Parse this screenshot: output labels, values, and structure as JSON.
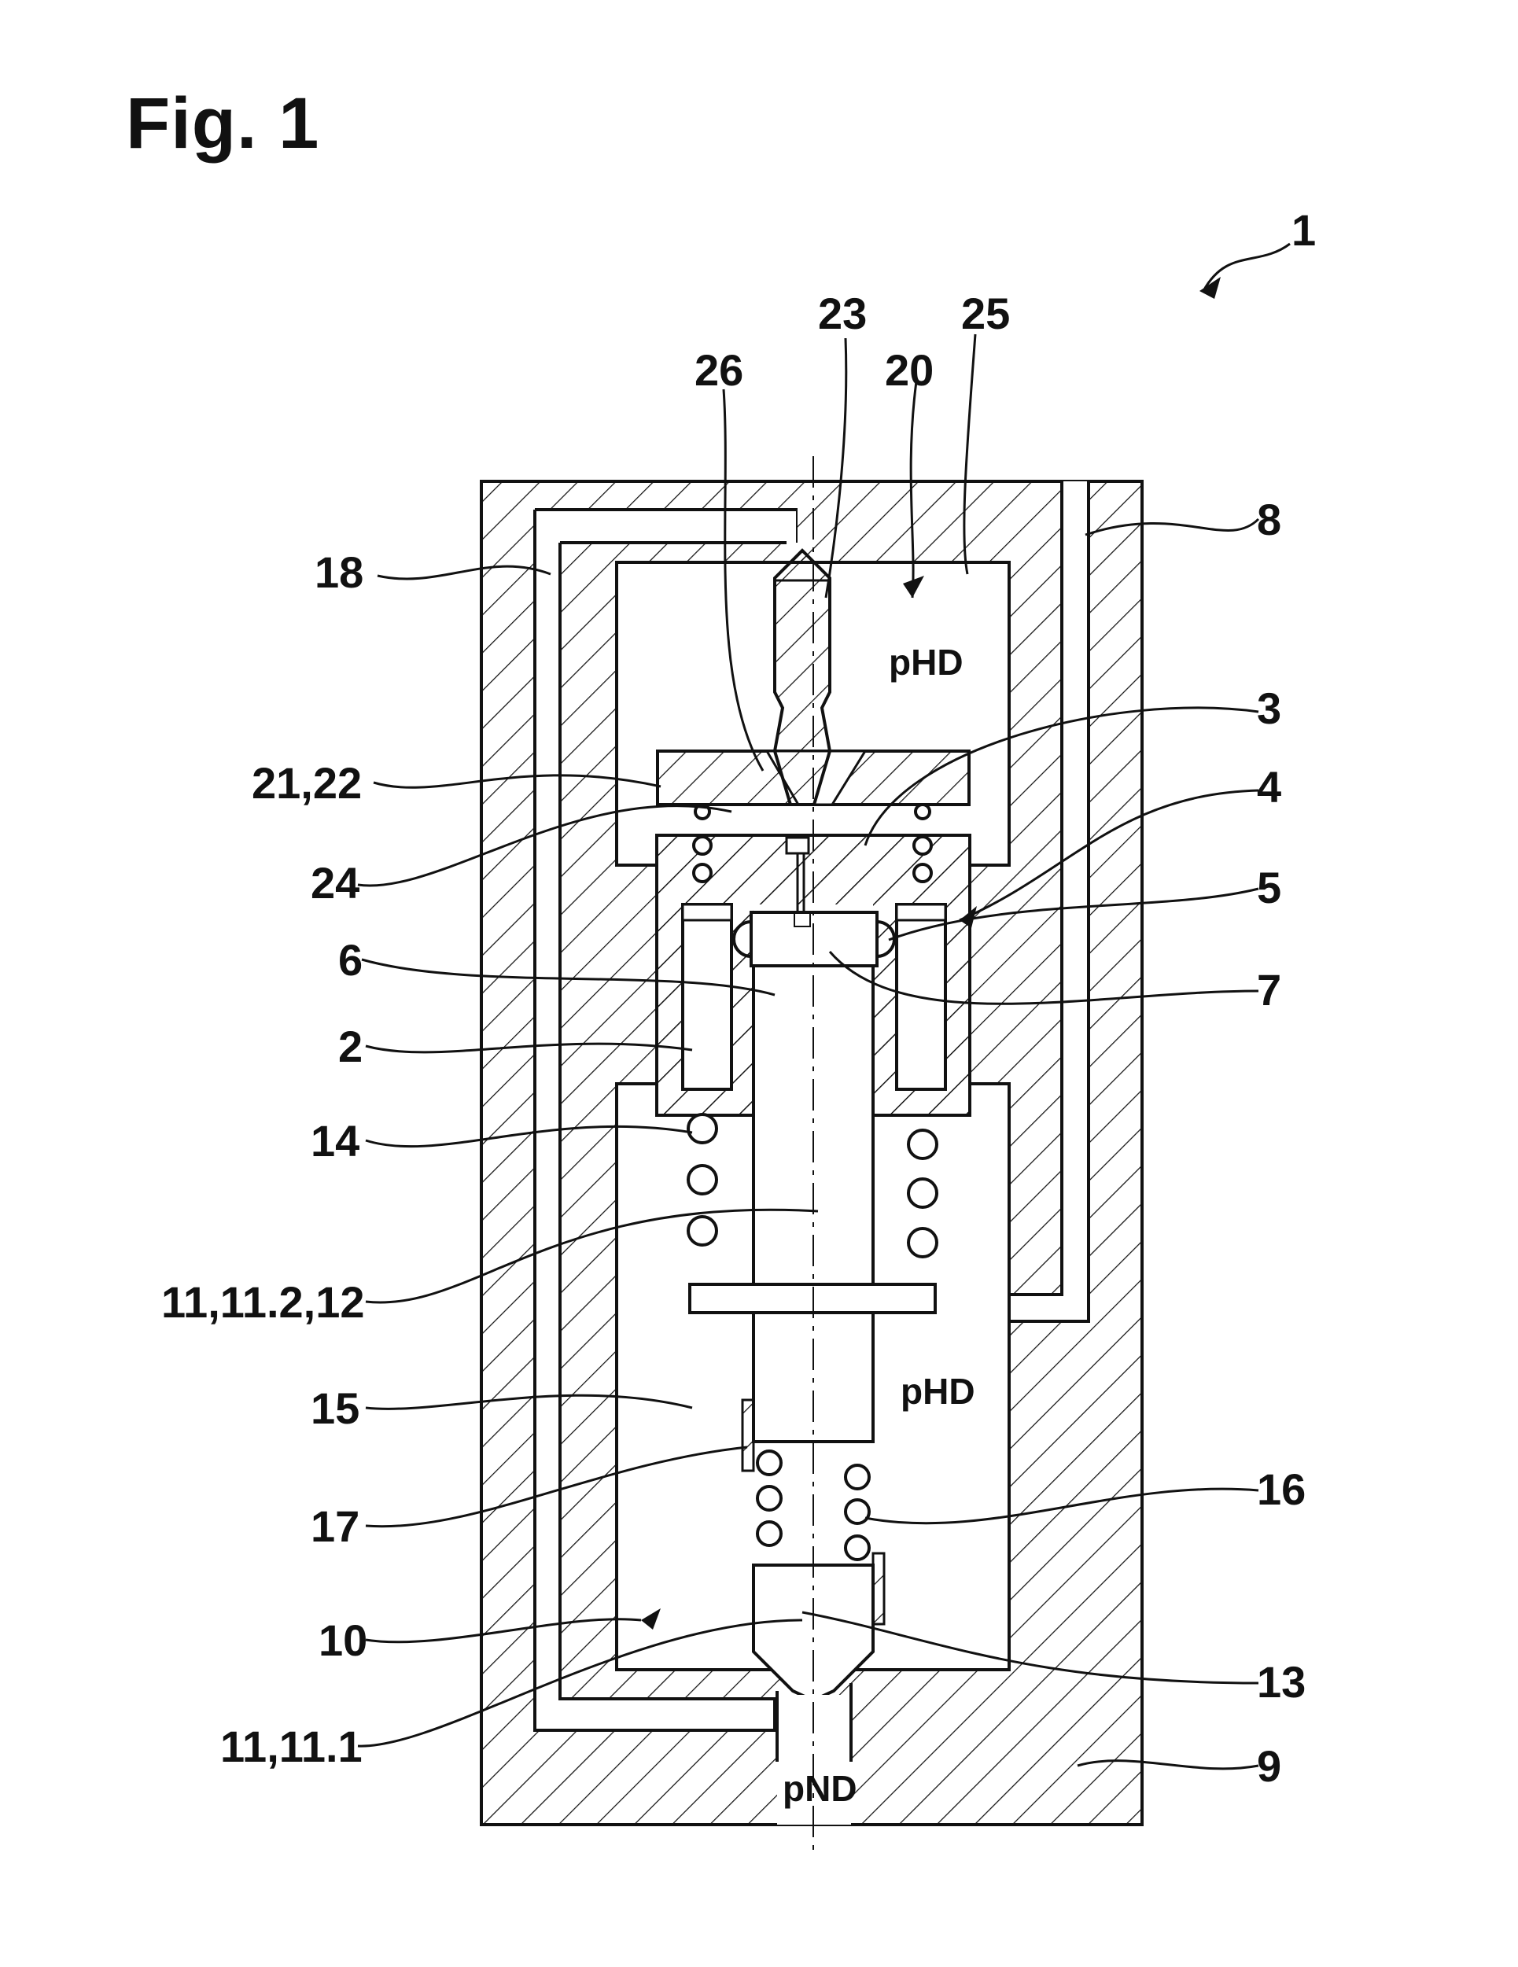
{
  "figure": {
    "title": "Fig. 1"
  },
  "labels": {
    "l1": "1",
    "l23": "23",
    "l25": "25",
    "l26": "26",
    "l20": "20",
    "l8": "8",
    "l18": "18",
    "l3": "3",
    "l2122": "21,22",
    "l4": "4",
    "l24": "24",
    "l5": "5",
    "l6": "6",
    "l7": "7",
    "l2": "2",
    "l14": "14",
    "l11_2": "11,11.2,12",
    "l15": "15",
    "l16": "16",
    "l17": "17",
    "l10": "10",
    "l13": "13",
    "l11_1": "11,11.1",
    "l9": "9"
  },
  "inner_labels": {
    "phd_top": "pHD",
    "phd_mid": "pHD",
    "pnd": "pND"
  },
  "colors": {
    "line": "#111111",
    "background": "#ffffff"
  }
}
